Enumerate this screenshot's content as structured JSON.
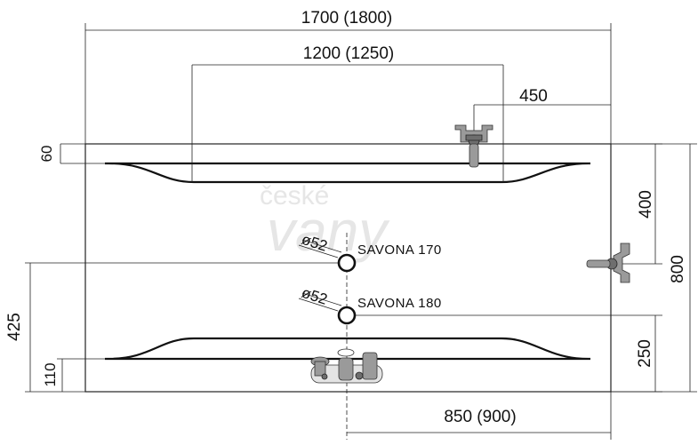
{
  "watermark": {
    "line1": "české",
    "line2": "vany"
  },
  "dimensions": {
    "total_length": "1700 (1800)",
    "inner_length": "1200 (1250)",
    "faucet_offset": "450",
    "rim_top": "60",
    "side_faucet_offset": "400",
    "total_width": "800",
    "drain_from_bottom": "425",
    "rim_bottom": "110",
    "overflow_from_bottom": "250",
    "drain_from_right": "850 (900)"
  },
  "holes": [
    {
      "diameter": "ø52",
      "label": "SAVONA 170"
    },
    {
      "diameter": "ø52",
      "label": "SAVONA 180"
    }
  ]
}
